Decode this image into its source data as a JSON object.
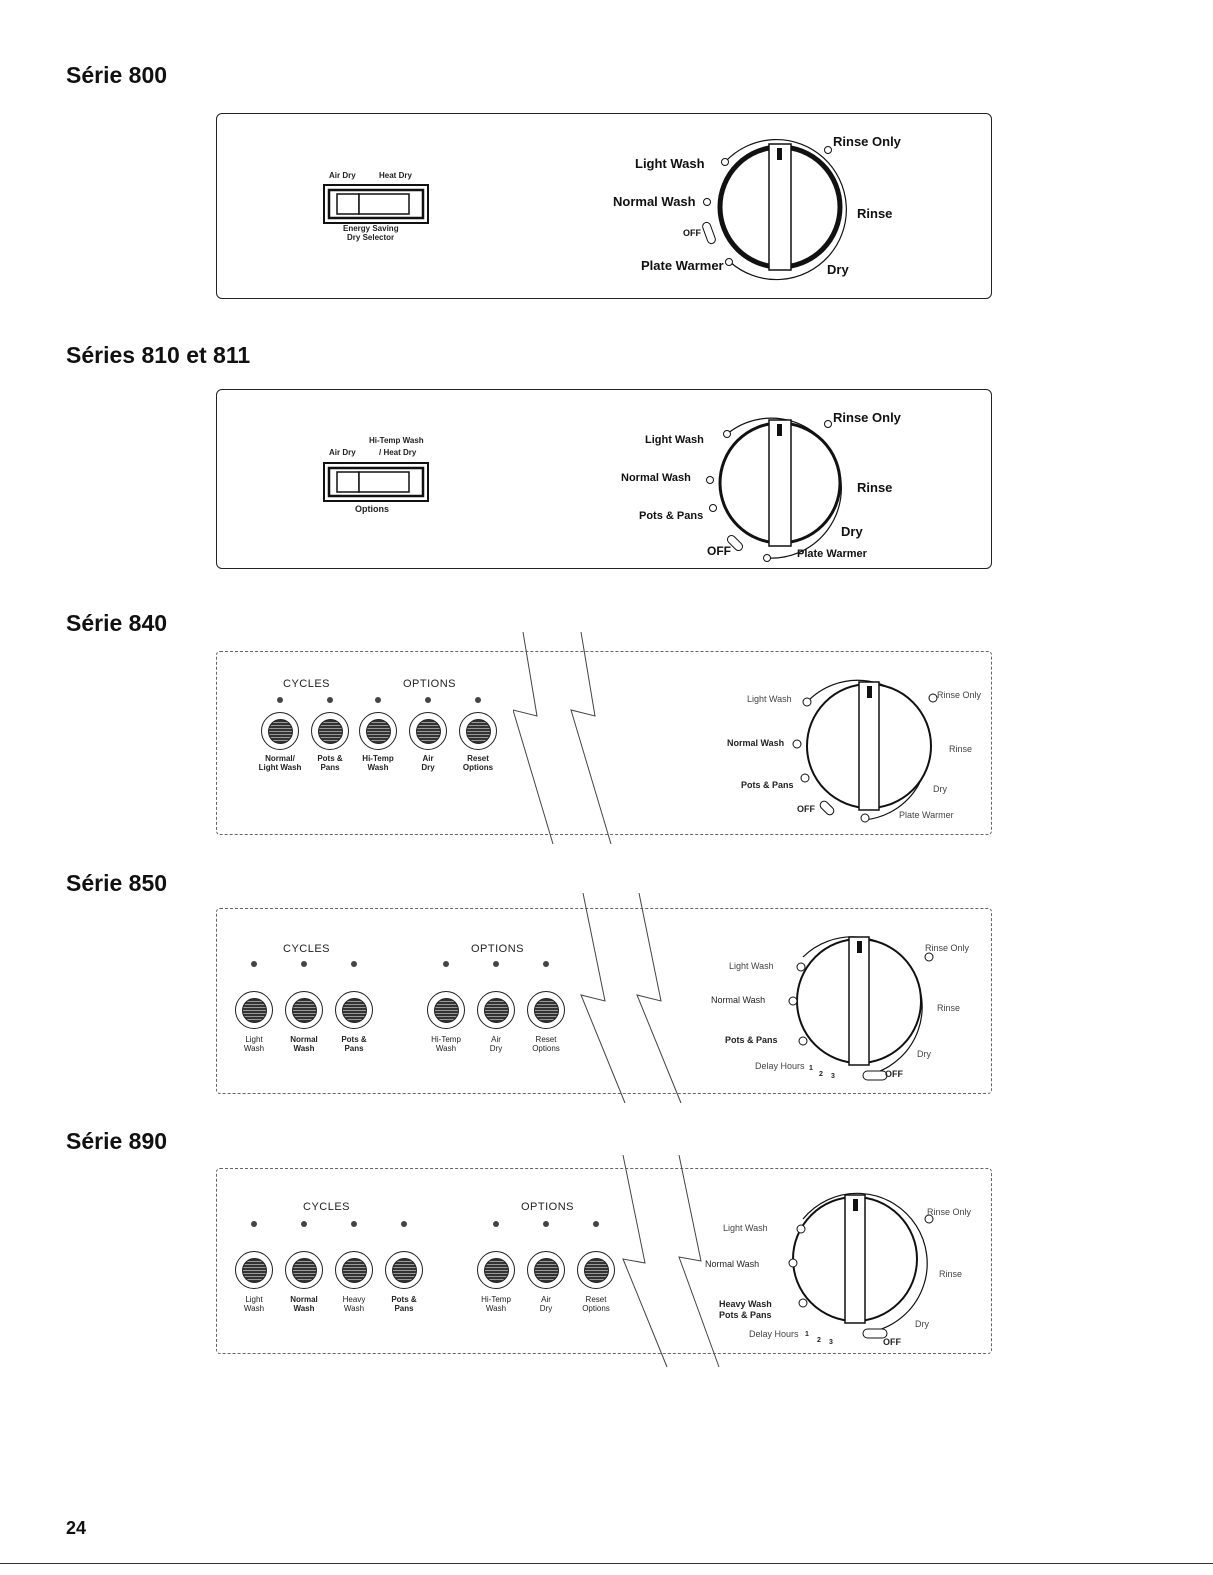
{
  "page_number": "24",
  "series_800": {
    "title": "Série 800",
    "switch": {
      "left_label": "Air Dry",
      "right_label": "Heat Dry",
      "caption_1": "Energy Saving",
      "caption_2": "Dry Selector"
    },
    "dial": {
      "light_wash": "Light Wash",
      "normal_wash": "Normal Wash",
      "off": "OFF",
      "plate_warmer": "Plate Warmer",
      "rinse_only": "Rinse Only",
      "rinse": "Rinse",
      "dry": "Dry"
    }
  },
  "series_810": {
    "title": "Séries 810 et 811",
    "switch": {
      "top_label": "Hi-Temp Wash",
      "left_label": "Air Dry",
      "right_label": "/ Heat Dry",
      "caption": "Options"
    },
    "dial": {
      "light_wash": "Light Wash",
      "normal_wash": "Normal Wash",
      "pots_pans": "Pots & Pans",
      "off": "OFF",
      "plate_warmer": "Plate Warmer",
      "rinse_only": "Rinse Only",
      "rinse": "Rinse",
      "dry": "Dry"
    }
  },
  "series_840": {
    "title": "Série 840",
    "cycles_label": "CYCLES",
    "options_label": "OPTIONS",
    "buttons": [
      "Normal/\nLight Wash",
      "Pots &\nPans",
      "Hi-Temp\nWash",
      "Air\nDry",
      "Reset\nOptions"
    ],
    "dial": {
      "light_wash": "Light Wash",
      "normal_wash": "Normal Wash",
      "pots_pans": "Pots & Pans",
      "off": "OFF",
      "plate_warmer": "Plate Warmer",
      "rinse_only": "Rinse Only",
      "rinse": "Rinse",
      "dry": "Dry"
    }
  },
  "series_850": {
    "title": "Série 850",
    "cycles_label": "CYCLES",
    "options_label": "OPTIONS",
    "cycle_buttons": [
      "Light\nWash",
      "Normal\nWash",
      "Pots &\nPans"
    ],
    "option_buttons": [
      "Hi-Temp\nWash",
      "Air\nDry",
      "Reset\nOptions"
    ],
    "dial": {
      "light_wash": "Light Wash",
      "normal_wash": "Normal Wash",
      "pots_pans": "Pots & Pans",
      "delay_hours": "Delay Hours",
      "h1": "1",
      "h2": "2",
      "h3": "3",
      "off": "OFF",
      "rinse_only": "Rinse Only",
      "rinse": "Rinse",
      "dry": "Dry"
    }
  },
  "series_890": {
    "title": "Série 890",
    "cycles_label": "CYCLES",
    "options_label": "OPTIONS",
    "cycle_buttons": [
      "Light\nWash",
      "Normal\nWash",
      "Heavy\nWash",
      "Pots &\nPans"
    ],
    "option_buttons": [
      "Hi-Temp\nWash",
      "Air\nDry",
      "Reset\nOptions"
    ],
    "dial": {
      "light_wash": "Light Wash",
      "normal_wash": "Normal Wash",
      "heavy_wash": "Heavy Wash",
      "pots_pans": "Pots & Pans",
      "delay_hours": "Delay Hours",
      "h1": "1",
      "h2": "2",
      "h3": "3",
      "off": "OFF",
      "rinse_only": "Rinse Only",
      "rinse": "Rinse",
      "dry": "Dry"
    }
  }
}
